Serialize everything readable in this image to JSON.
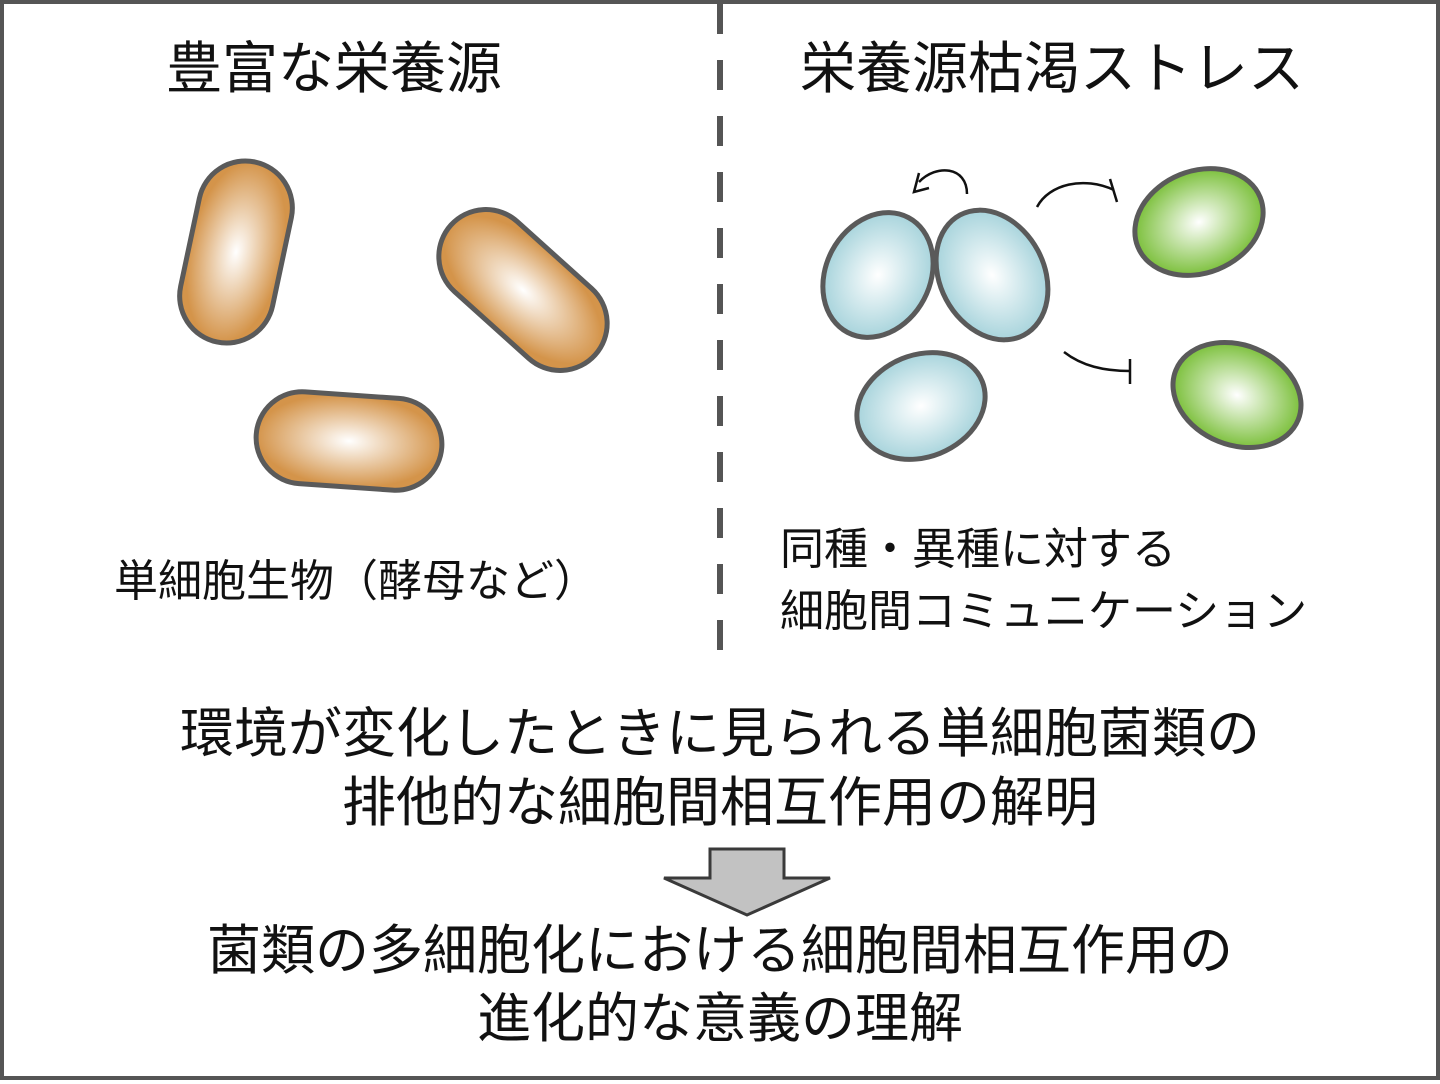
{
  "left_panel": {
    "heading": "豊富な栄養源",
    "caption": "単細胞生物（酵母など）",
    "cell_color": "#d4944a"
  },
  "right_panel": {
    "heading": "栄養源枯渇ストレス",
    "caption_lines": [
      "同種・異種に対する",
      "細胞間コミュニケーション"
    ],
    "same_species_color": "#a8d4dc",
    "other_species_color": "#7cc03c"
  },
  "findings": {
    "lines": [
      "環境が変化したときに見られる単細胞菌類の",
      "排他的な細胞間相互作用の解明"
    ]
  },
  "arrow": {
    "icon": "down-arrow-icon",
    "color": "#c2c2c2"
  },
  "goal": {
    "lines": [
      "菌類の多細胞化における細胞間相互作用の",
      "進化的な意義の理解"
    ]
  }
}
